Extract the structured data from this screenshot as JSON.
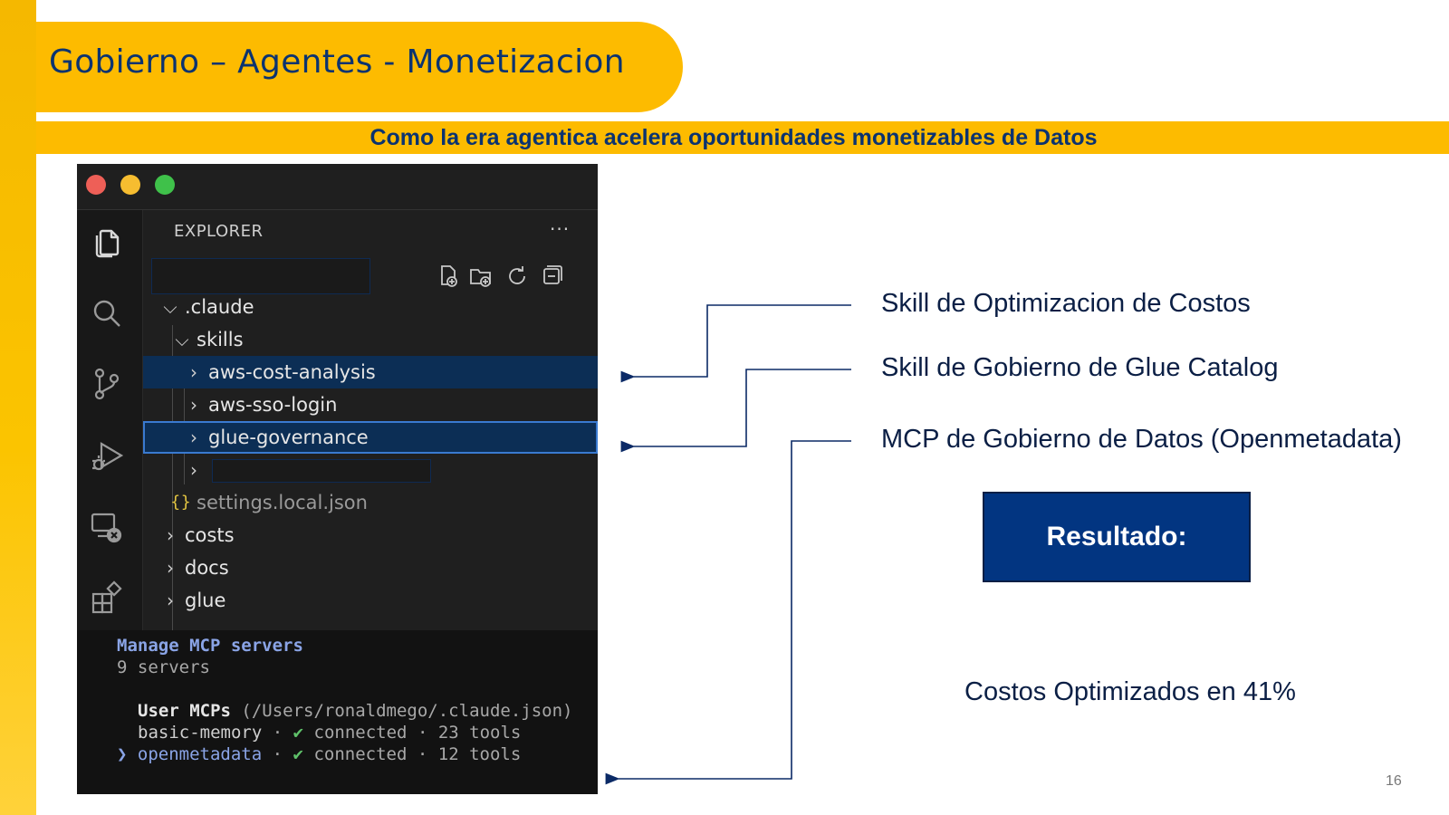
{
  "slide": {
    "title": "Gobierno – Agentes - Monetizacion",
    "subtitle": "Como la era agentica acelera oportunidades monetizables de Datos",
    "page_number": "16"
  },
  "editor": {
    "window_controls": [
      "close",
      "minimize",
      "maximize"
    ],
    "activity_icons": [
      "explorer-icon",
      "search-icon",
      "source-control-icon",
      "run-debug-icon",
      "remote-explorer-icon",
      "extensions-icon"
    ],
    "explorer_label": "EXPLORER",
    "more_label": "···",
    "toolbar_icons": [
      "new-file-icon",
      "new-folder-icon",
      "refresh-icon",
      "collapse-all-icon"
    ],
    "tree": [
      {
        "label": ".claude",
        "chevron": "⌵"
      },
      {
        "label": "skills",
        "chevron": "⌵"
      },
      {
        "label": "aws-cost-analysis",
        "chevron": "›"
      },
      {
        "label": "aws-sso-login",
        "chevron": "›"
      },
      {
        "label": "glue-governance",
        "chevron": "›"
      },
      {
        "label": "",
        "chevron": "›"
      },
      {
        "label": "settings.local.json",
        "chevron": "{}"
      },
      {
        "label": "costs",
        "chevron": "›"
      },
      {
        "label": "docs",
        "chevron": "›"
      },
      {
        "label": "glue",
        "chevron": "›"
      }
    ],
    "colors": {
      "background": "#1f1f1f",
      "selection": "#0c2e55",
      "focus_border": "#3a7ad0"
    }
  },
  "terminal": {
    "heading": "Manage MCP servers",
    "server_count": "9 servers",
    "user_mcps_label": "User MCPs",
    "user_mcps_path": "(/Users/ronaldmego/.claude.json)",
    "servers": [
      {
        "name": "basic-memory",
        "status": "connected",
        "tools": "23 tools",
        "selected": false
      },
      {
        "name": "openmetadata",
        "status": "connected",
        "tools": "12 tools",
        "selected": true
      }
    ],
    "check": "✔",
    "separator": "·",
    "cursor": "❯"
  },
  "annotations": {
    "items": [
      "Skill de Optimizacion de Costos",
      "Skill de Gobierno de Glue Catalog",
      "MCP de Gobierno de Datos (Openmetadata)"
    ],
    "result_label": "Resultado:",
    "result_text": "Costos Optimizados en 41%"
  },
  "colors": {
    "accent_yellow": "#fdbb00",
    "navy": "#0b3370",
    "result_box": "#023581",
    "arrow": "#0b2a66"
  }
}
